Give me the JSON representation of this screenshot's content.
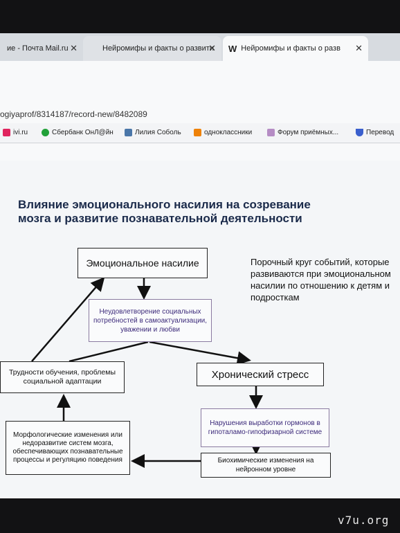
{
  "browser": {
    "tabs": [
      {
        "title": "ие - Почта Mail.ru"
      },
      {
        "title": "Нейромифы и факты о развити"
      },
      {
        "title": "Нейромифы и факты о разв"
      }
    ],
    "address": "ogiyaprof/8314187/record-new/8482089",
    "bookmarks": [
      {
        "label": "ivi.ru"
      },
      {
        "label": "Сбербанк ОнЛ@йн"
      },
      {
        "label": "Лилия Соболь"
      },
      {
        "label": "одноклассники"
      },
      {
        "label": "Форум приёмных..."
      },
      {
        "label": "Перевод"
      }
    ],
    "tab_close": "✕",
    "new_tab": "+"
  },
  "slide": {
    "title": "Влияние эмоционального насилия на созревание мозга и развитие познавательной деятельности",
    "boxes": {
      "emotional_violence": "Эмоциональное насилие",
      "unmet_needs": "Неудовлетворение социальных потребностей в самоактуализации, уважении и любви",
      "chronic_stress": "Хронический стресс",
      "hormones": "Нарушения выработки гормонов в гипоталамо-гипофизарной системе",
      "biochemical": "Биохимические изменения на нейронном уровне",
      "morphological": "Морфологические изменения или недоразвитие систем мозга, обеспечивающих познавательные процессы и регуляцию поведения",
      "learning": "Трудности обучения, проблемы социальной адаптации"
    },
    "side_text": "Порочный круг событий, которые развиваются при эмоциональном насилии по отношению к детям и подросткам"
  },
  "watermark": "v7u.org",
  "colors": {
    "accent_purple": "#3c2a7a",
    "title_blue": "#1a2a4a"
  }
}
